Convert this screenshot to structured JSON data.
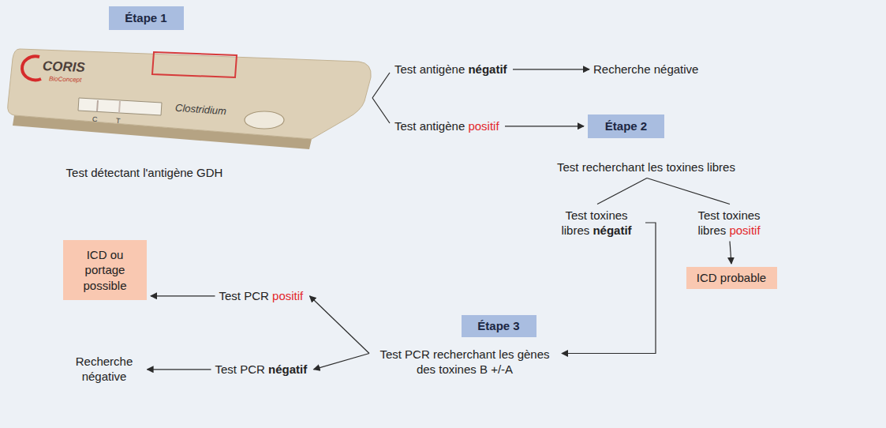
{
  "diagram": {
    "nodes": [
      {
        "text": [
          "Étape 1"
        ]
      },
      {
        "text": [
          "Test antigène",
          "négatif"
        ]
      },
      {
        "text": [
          "Recherche négative"
        ]
      },
      {
        "text": [
          "Test antigène",
          "positif"
        ]
      },
      {
        "text": [
          "Étape 2"
        ]
      },
      {
        "text": [
          "Test recherchant les toxines libres"
        ]
      },
      {
        "text": [
          "Test toxines libres",
          "négatif"
        ]
      },
      {
        "text": [
          "Test toxines libres",
          "positif"
        ]
      },
      {
        "text": [
          "ICD probable"
        ]
      },
      {
        "text": [
          "Étape 3"
        ]
      },
      {
        "text": [
          "Test PCR recherchant les gènes des toxines B +/-A"
        ]
      },
      {
        "text": [
          "Test PCR",
          "positif"
        ]
      },
      {
        "text": [
          "ICD ou portage possible"
        ]
      },
      {
        "text": [
          "Test PCR",
          "négatif"
        ]
      },
      {
        "text": [
          "Recherche négative"
        ]
      }
    ],
    "edges": [
      {
        "from": 1,
        "to": 2,
        "arrow": "to"
      },
      {
        "from": 3,
        "to": 4,
        "arrow": "to"
      },
      {
        "from": 5,
        "to": 6,
        "arrow": "none"
      },
      {
        "from": 5,
        "to": 7,
        "arrow": "none"
      },
      {
        "from": 7,
        "to": 8,
        "arrow": "to"
      },
      {
        "from": 6,
        "to": 10,
        "arrow": "to"
      },
      {
        "from": 10,
        "to": 11,
        "arrow": "to"
      },
      {
        "from": 10,
        "to": 13,
        "arrow": "to"
      },
      {
        "from": 11,
        "to": 12,
        "arrow": "to"
      },
      {
        "from": 13,
        "to": 14,
        "arrow": "to"
      }
    ],
    "labels": [
      "CORIS",
      "BioConcept",
      "Clostridium",
      "C",
      "T",
      "Test détectant l'antigène GDH"
    ]
  }
}
